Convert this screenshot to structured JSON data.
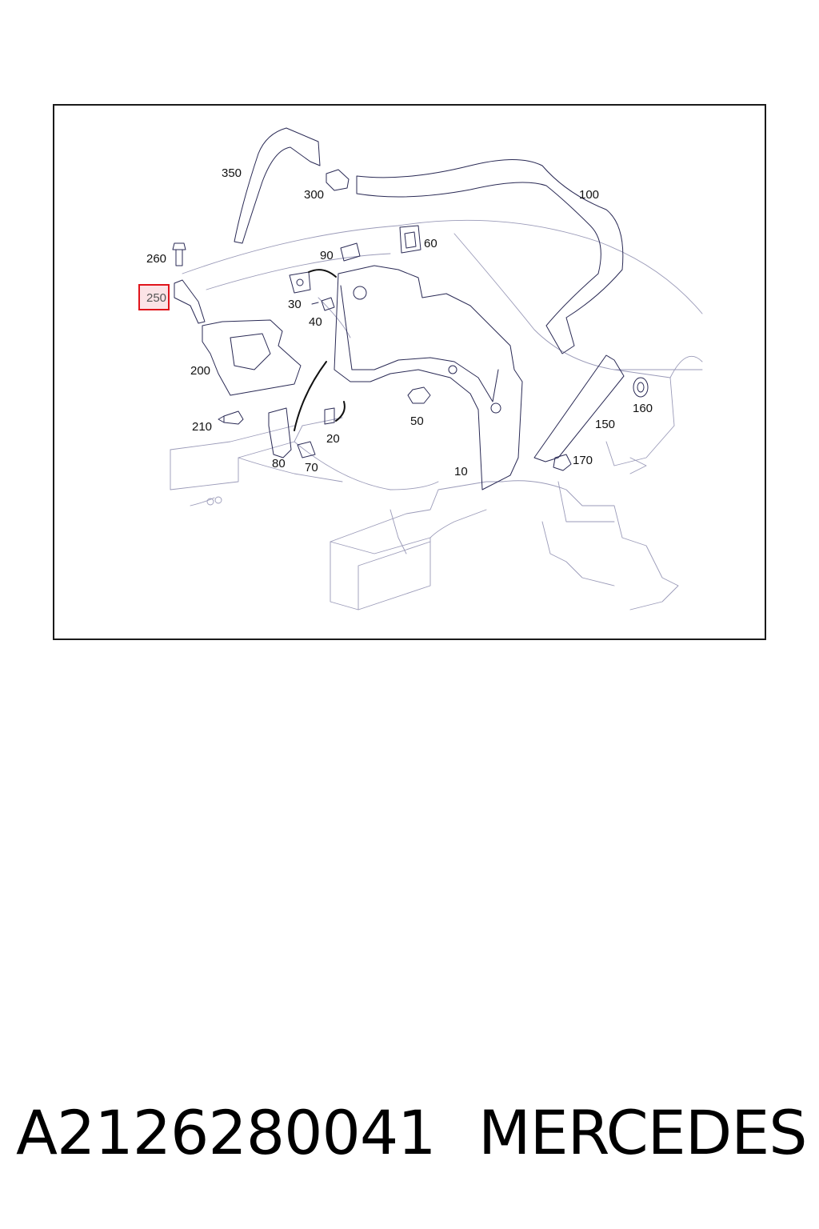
{
  "diagram": {
    "callouts": [
      {
        "id": "350",
        "label": "350"
      },
      {
        "id": "300",
        "label": "300"
      },
      {
        "id": "100",
        "label": "100"
      },
      {
        "id": "260",
        "label": "260"
      },
      {
        "id": "250",
        "label": "250",
        "highlighted": true
      },
      {
        "id": "90",
        "label": "90"
      },
      {
        "id": "60",
        "label": "60"
      },
      {
        "id": "30",
        "label": "30"
      },
      {
        "id": "40",
        "label": "40"
      },
      {
        "id": "200",
        "label": "200"
      },
      {
        "id": "210",
        "label": "210"
      },
      {
        "id": "20",
        "label": "20"
      },
      {
        "id": "50",
        "label": "50"
      },
      {
        "id": "150",
        "label": "150"
      },
      {
        "id": "160",
        "label": "160"
      },
      {
        "id": "170",
        "label": "170"
      },
      {
        "id": "80",
        "label": "80"
      },
      {
        "id": "70",
        "label": "70"
      },
      {
        "id": "10",
        "label": "10"
      }
    ],
    "highlight_color": "#e0141b"
  },
  "footer": {
    "part_number": "A2126280041",
    "brand": "MERCEDES"
  }
}
